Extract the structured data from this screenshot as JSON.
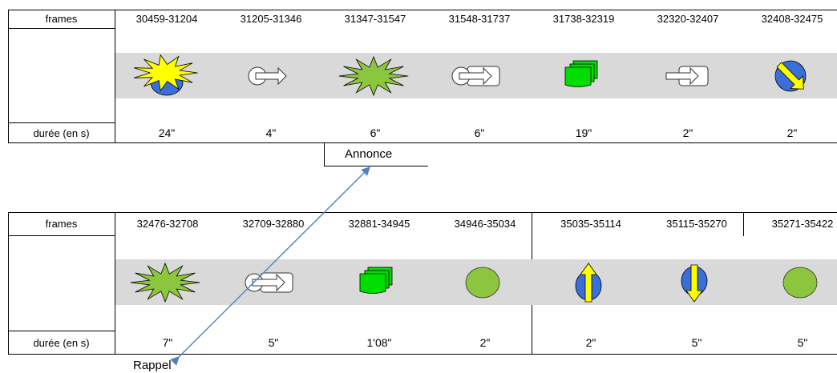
{
  "colors": {
    "band": "#d9d9d9",
    "yellow": "#ffff00",
    "blue": "#3a6fd8",
    "green": "#8cc63f",
    "bright_green": "#00dd00",
    "connector": "#4f81bd"
  },
  "table1": {
    "frames_label": "frames",
    "duree_label": "durée (en s)",
    "columns": [
      {
        "frames": "30459-31204",
        "icon": "yellow-burst-blue-disc-icon",
        "duree": "24\""
      },
      {
        "frames": "31205-31346",
        "icon": "circle-arrow-icon",
        "duree": "4\""
      },
      {
        "frames": "31347-31547",
        "icon": "green-burst-icon",
        "duree": "6\""
      },
      {
        "frames": "31548-31737",
        "icon": "circle-arrow-box-icon",
        "duree": "6\""
      },
      {
        "frames": "31738-32319",
        "icon": "green-stack-icon",
        "duree": "19\""
      },
      {
        "frames": "32320-32407",
        "icon": "arrow-box-icon",
        "duree": "2\""
      },
      {
        "frames": "32408-32475",
        "icon": "blue-disc-diagonal-arrow-icon",
        "duree": "2\""
      }
    ]
  },
  "table2": {
    "frames_label": "frames",
    "duree_label": "durée (en s)",
    "columns": [
      {
        "frames": "32476-32708",
        "icon": "green-burst-icon",
        "duree": "7\""
      },
      {
        "frames": "32709-32880",
        "icon": "circle-arrow-box-icon",
        "duree": "5\""
      },
      {
        "frames": "32881-34945",
        "icon": "green-stack-icon",
        "duree": "1'08\""
      },
      {
        "frames": "34946-35034",
        "icon": "green-disc-icon",
        "duree": "2\""
      },
      {
        "frames": "35035-35114",
        "icon": "blue-disc-up-arrow-icon",
        "duree": "2\""
      },
      {
        "frames": "35115-35270",
        "icon": "blue-disc-down-arrow-icon",
        "duree": "5\""
      },
      {
        "frames": "35271-35422",
        "icon": "green-disc-icon",
        "duree": "5\""
      }
    ]
  },
  "annotations": {
    "annonce": "Annonce",
    "rappel": "Rappel"
  }
}
